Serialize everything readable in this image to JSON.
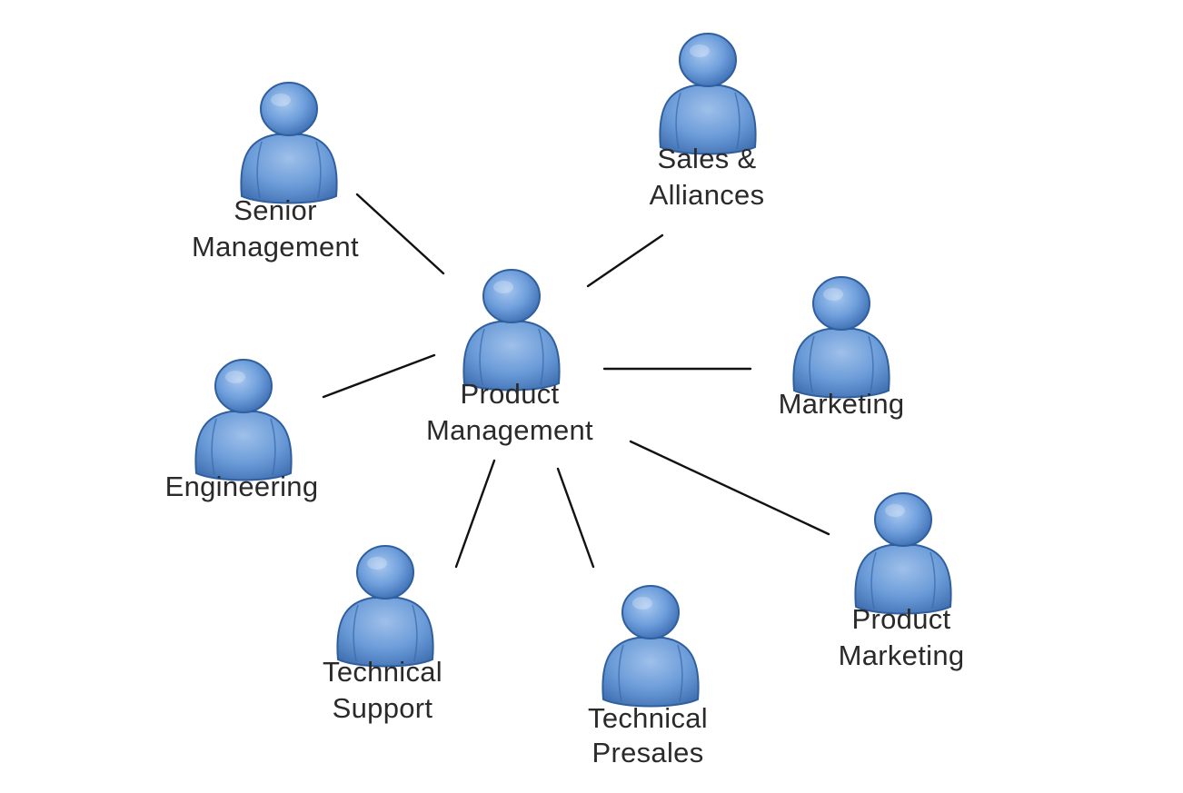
{
  "center": {
    "label_lines": [
      "Product",
      "Management"
    ],
    "icon": "person-icon"
  },
  "nodes": [
    {
      "id": "senior-management",
      "label_lines": [
        "Senior",
        "Management"
      ],
      "icon": "person-icon"
    },
    {
      "id": "sales-alliances",
      "label_lines": [
        "Sales &",
        "Alliances"
      ],
      "icon": "person-icon"
    },
    {
      "id": "marketing",
      "label_lines": [
        "Marketing"
      ],
      "icon": "person-icon"
    },
    {
      "id": "product-marketing",
      "label_lines": [
        "Product",
        "Marketing"
      ],
      "icon": "person-icon"
    },
    {
      "id": "technical-presales",
      "label_lines": [
        "Technical",
        "Presales"
      ],
      "icon": "person-icon"
    },
    {
      "id": "technical-support",
      "label_lines": [
        "Technical",
        "Support"
      ],
      "icon": "person-icon"
    },
    {
      "id": "engineering",
      "label_lines": [
        "Engineering"
      ],
      "icon": "person-icon"
    }
  ],
  "colors": {
    "icon_fill": "#5b8fd0",
    "icon_dark": "#2f5f9e",
    "icon_light": "#a9c8ef",
    "connector": "#111111",
    "label": "#2a2a2a"
  }
}
